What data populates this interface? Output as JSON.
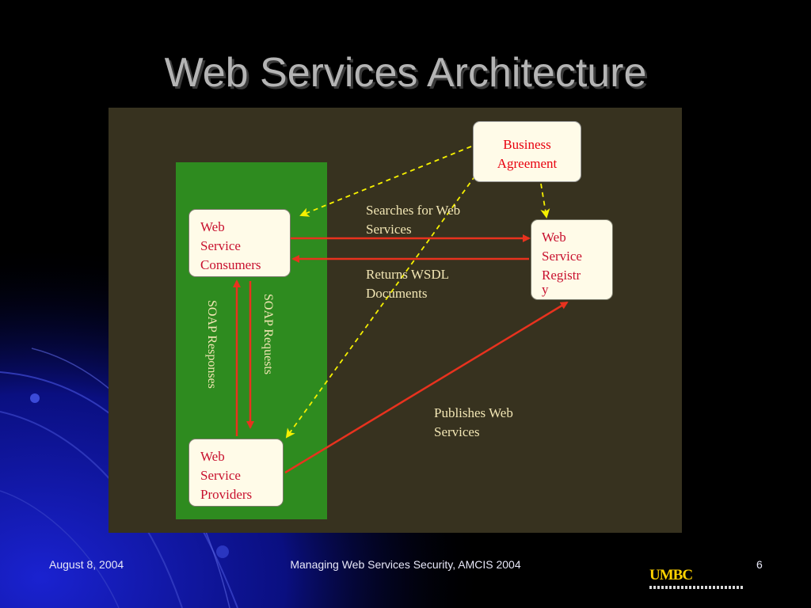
{
  "slide": {
    "title": "Web Services Architecture"
  },
  "diagram": {
    "nodes": {
      "business_agreement": [
        "Business",
        "Agreement"
      ],
      "consumers": [
        "Web",
        "Service",
        "Consumers"
      ],
      "providers": [
        "Web",
        "Service",
        "Providers"
      ],
      "registry": [
        "Web",
        "Service",
        "Registr",
        "y"
      ]
    },
    "labels": {
      "searches": [
        "Searches for Web",
        "Services"
      ],
      "returns": [
        "Returns WSDL",
        "Documents"
      ],
      "publishes": [
        "Publishes Web",
        "Services"
      ],
      "soap_requests": "SOAP Requests",
      "soap_responses": "SOAP Responses"
    },
    "colors": {
      "panel": "#37321f",
      "green_box": "#2e8b1f",
      "arrow_solid": "#e8321e",
      "arrow_dashed": "#f5f000",
      "node_text": "#c8102e"
    }
  },
  "footer": {
    "date": "August 8, 2004",
    "center": "Managing Web Services Security, AMCIS 2004",
    "page": "6",
    "logo": "UMBC"
  }
}
